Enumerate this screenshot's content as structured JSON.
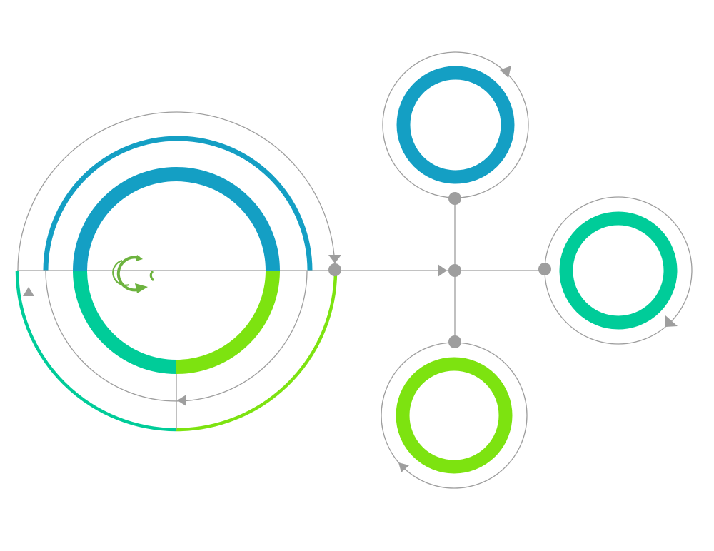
{
  "colors": {
    "blue": "#149fc4",
    "teal": "#00cc99",
    "green": "#7de310",
    "connector_gray": "#9e9e9e",
    "logo_green": "#6db33f",
    "background": "#ffffff"
  },
  "main_hub": {
    "thick_ring_segments": [
      "blue",
      "green",
      "teal"
    ],
    "thin_ring_segments": [
      "blue",
      "green",
      "teal"
    ],
    "logo_icon": "partial-circular-logo-icon"
  },
  "satellites": [
    {
      "id": "top",
      "color": "blue"
    },
    {
      "id": "right",
      "color": "teal"
    },
    {
      "id": "bottom",
      "color": "green"
    }
  ]
}
